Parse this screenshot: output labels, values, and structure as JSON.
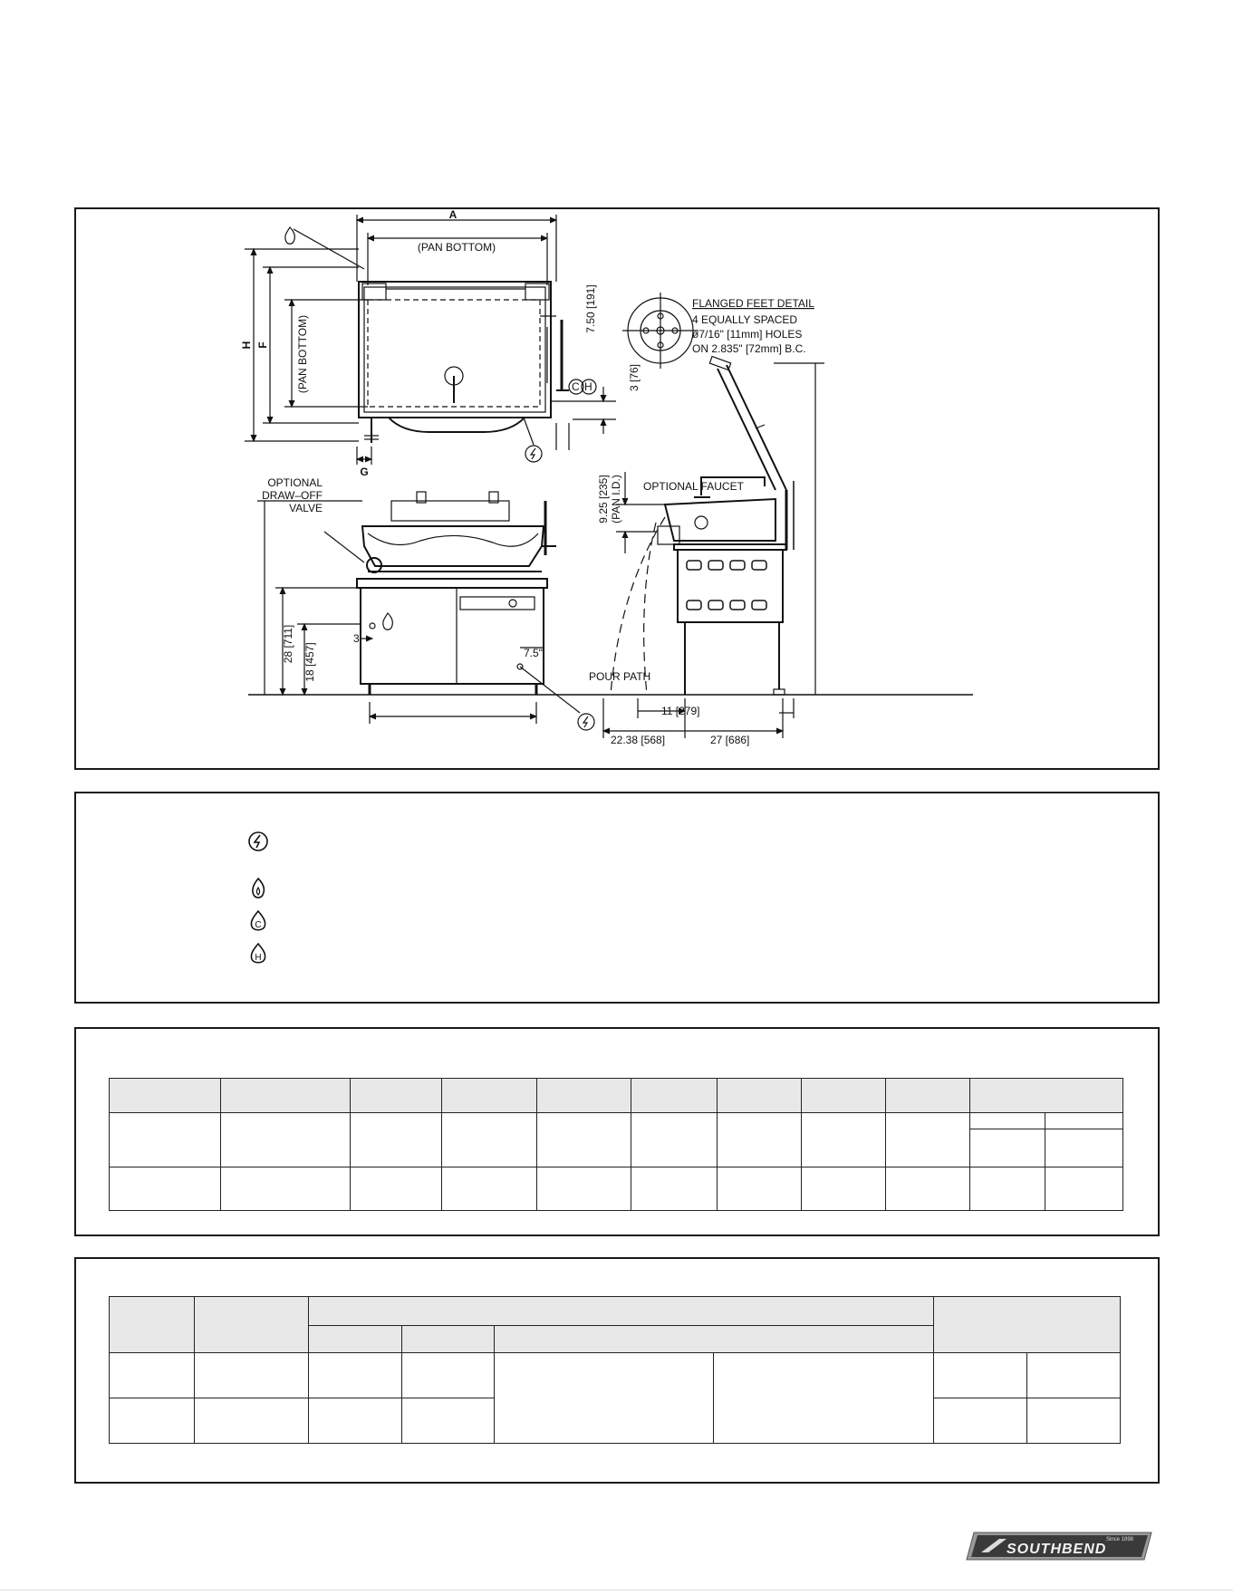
{
  "drawing": {
    "dim_a": "A",
    "pan_bottom_top": "(PAN BOTTOM)",
    "pan_bottom_side": "(PAN BOTTOM)",
    "dim_h": "H",
    "dim_f": "F",
    "dim_g": "G",
    "dim_750": "7.50 [191]",
    "dim_3_76": "3 [76]",
    "optional_drawoff_valve": [
      "OPTIONAL",
      "DRAW–OFF",
      "VALVE"
    ],
    "dim_28": "28 [711]",
    "dim_18": "18 [457]",
    "dim_3": "3",
    "dim_75": "7.5\"",
    "flanged_title": "FLANGED FEET DETAIL",
    "flanged_lines": [
      "4 EQUALLY SPACED",
      "ø7/16\" [11mm] HOLES",
      "ON 2.835\" [72mm] B.C."
    ],
    "dim_925": "9.25 [235]",
    "pan_id": "(PAN I.D.)",
    "optional_faucet": "OPTIONAL FAUCET",
    "pour_path": "POUR PATH",
    "dim_11": "11 [279]",
    "dim_2238": "22.38 [568]",
    "dim_27": "27 [686]"
  },
  "legend_icons": [
    "electric-icon",
    "gas-icon",
    "cold-water-icon",
    "hot-water-icon"
  ],
  "icon_letters": {
    "cold": "C",
    "hot": "H"
  },
  "logo": {
    "brand": "SOUTHBEND",
    "since": "Since 1898"
  },
  "colors": {
    "header_fill": "#e8e8e8",
    "line": "#1a1a1a"
  }
}
